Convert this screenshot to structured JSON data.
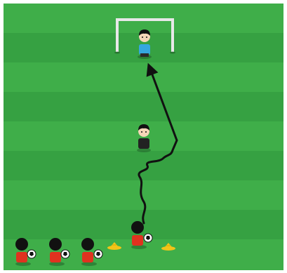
{
  "diagram": {
    "type": "soccer-drill",
    "pitch_colors": [
      "#3fae49",
      "#36a142"
    ],
    "goal_color": "#e8e8e8",
    "goalkeeper": {
      "role": "goalkeeper",
      "shirt_color": "#35a7e0"
    },
    "defender": {
      "role": "defender",
      "shirt_color": "#222222"
    },
    "active_player": {
      "role": "dribbler",
      "shirt_color": "#e0321f"
    },
    "queue_players": [
      {
        "role": "waiting-player",
        "shirt_color": "#e0321f"
      },
      {
        "role": "waiting-player",
        "shirt_color": "#e0321f"
      },
      {
        "role": "waiting-player",
        "shirt_color": "#e0321f"
      }
    ],
    "cones": [
      {
        "color": "#f2c418"
      },
      {
        "color": "#f2c418"
      }
    ],
    "balls": 4,
    "paths": [
      {
        "type": "dribble",
        "style": "wavy"
      },
      {
        "type": "shot",
        "style": "straight-arrow"
      }
    ]
  }
}
